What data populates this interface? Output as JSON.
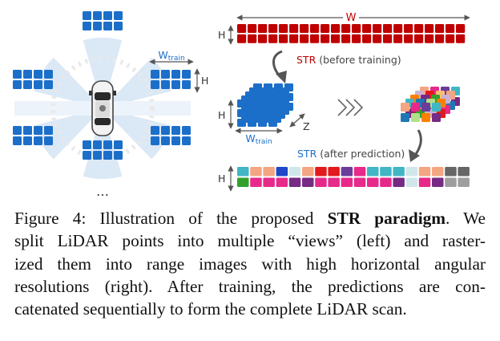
{
  "diagram": {
    "w_label": "W",
    "h_label": "H",
    "w_train_label": "W",
    "w_train_sub": "train",
    "z_label": "Z",
    "str_word": "STR",
    "before_note": "(before training)",
    "after_note": "(after prediction)",
    "ellipsis": "…",
    "colors": {
      "range_red": "#c00000",
      "view_blue": "#1c6fc9",
      "sector_blue": "#dbe8f6",
      "label_red": "#c00000",
      "label_blue": "#1c6fc9",
      "arrow_gray": "#555555"
    }
  },
  "caption": {
    "fig_prefix": "Figure 4: Illustration of the proposed ",
    "fig_bold": "STR paradigm",
    "fig_suffix": ". We",
    "line2": "split LiDAR points into multiple “views” (left) and raster-",
    "line3": "ized them into range images with high horizontal angular",
    "line4": "resolutions (right).  After training, the predictions are con-",
    "line5": "catenated sequentially to form the complete LiDAR scan."
  }
}
